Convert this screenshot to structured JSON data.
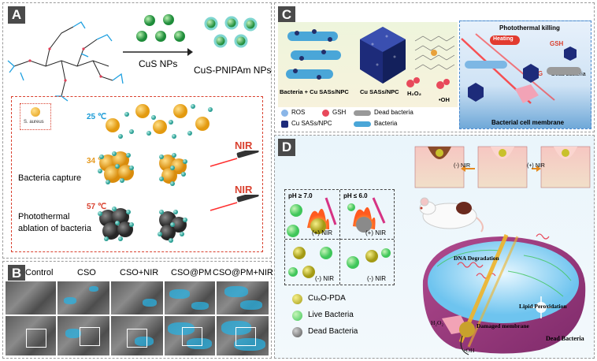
{
  "panels": {
    "A": {
      "label": "A",
      "nanoparticles": "CuS NPs",
      "product": "CuS-PNIPAm NPs",
      "bacterium": "S. aureus",
      "temps": [
        "25 ℃",
        "34 ℃",
        "57 ℃"
      ],
      "steps": [
        "Bacteria capture",
        "Photothermal",
        "ablation of bacteria"
      ],
      "nir": "NIR",
      "colors": {
        "border": "#d9412f",
        "temp_cool": "#1a9bd7",
        "temp_warm": "#e69a1f",
        "temp_hot": "#d9412f",
        "np": "#f2b31d",
        "capsule": "#3fb8a8"
      }
    },
    "B": {
      "label": "B",
      "columns": [
        "Control",
        "CSO",
        "CSO+NIR",
        "CSO@PM",
        "CSO@PM+NIR"
      ]
    },
    "C": {
      "label": "C",
      "captions": [
        "Bacteria + Cu SASs/NPC",
        "Cu SASs/NPC",
        "H₂O₂",
        "•OH"
      ],
      "inset": [
        "Photothermal killing",
        "Heating",
        "GSH",
        "GSSG",
        "Dead bacteria",
        "Bacterial cell membrane"
      ],
      "legend": [
        "ROS",
        "GSH",
        "Dead bacteria",
        "Cu SASs/NPC",
        "Bacteria"
      ]
    },
    "D": {
      "label": "D",
      "ph": [
        "pH ≥ 7.0",
        "pH ≤ 6.0"
      ],
      "nir_plus": "(+) NIR",
      "nir_minus": "(-) NIR",
      "legend": [
        "CuₓO-PDA",
        "Live Bacteria",
        "Dead Bacteria"
      ],
      "cell": [
        "DNA Degradation",
        "Lipid Peroxidation",
        "Damaged membrane",
        "H₂O₂",
        "•OH",
        "Dead Bacteria"
      ]
    }
  }
}
